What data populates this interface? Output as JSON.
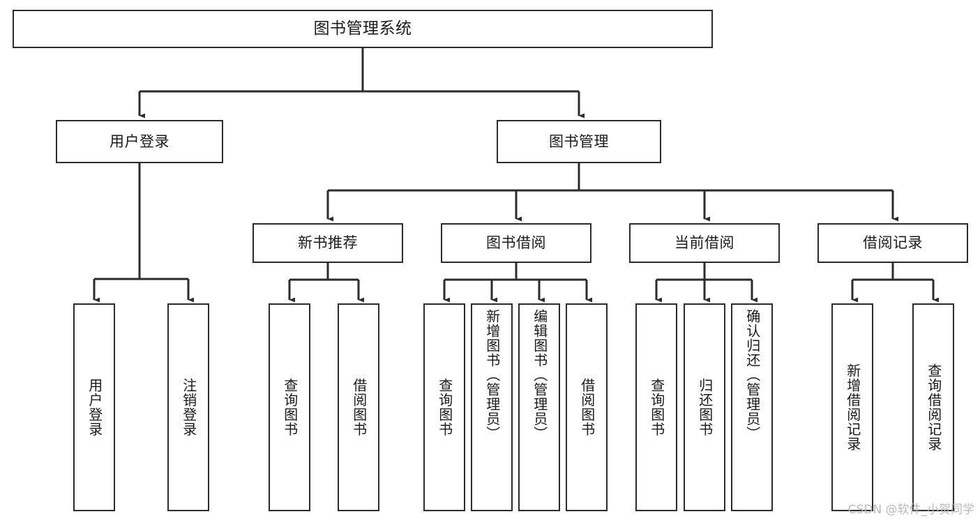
{
  "title": "图书管理系统",
  "watermark": "CSDN @软件_小贺同学",
  "colors": {
    "stroke": "#2b2b2b",
    "box_fill": "#ffffff",
    "text": "#1a1a1a",
    "watermark": "#b9b9b9",
    "page_background": "#ffffff"
  },
  "nodes": {
    "root": {
      "label": "图书管理系统"
    },
    "level2": [
      {
        "label": "用户登录"
      },
      {
        "label": "图书管理"
      }
    ],
    "level3": [
      {
        "label": "新书推荐"
      },
      {
        "label": "图书借阅"
      },
      {
        "label": "当前借阅"
      },
      {
        "label": "借阅记录"
      }
    ],
    "leaves": {
      "user_login": [
        {
          "label": "用户登录"
        },
        {
          "label": "注销登录"
        }
      ],
      "new_book_recommend": [
        {
          "label": "查询图书"
        },
        {
          "label": "借阅图书"
        }
      ],
      "book_borrow": [
        {
          "label": "查询图书"
        },
        {
          "label": "新增图书（管理员）"
        },
        {
          "label": "编辑图书（管理员）"
        },
        {
          "label": "借阅图书"
        }
      ],
      "current_borrow": [
        {
          "label": "查询图书"
        },
        {
          "label": "归还图书"
        },
        {
          "label": "确认归还（管理员）"
        }
      ],
      "borrow_record": [
        {
          "label": "新增借阅记录"
        },
        {
          "label": "查询借阅记录"
        }
      ]
    }
  },
  "chart_data": {
    "type": "diagram",
    "title": "图书管理系统",
    "tree": {
      "name": "图书管理系统",
      "children": [
        {
          "name": "用户登录",
          "children": [
            {
              "name": "用户登录"
            },
            {
              "name": "注销登录"
            }
          ]
        },
        {
          "name": "图书管理",
          "children": [
            {
              "name": "新书推荐",
              "children": [
                {
                  "name": "查询图书"
                },
                {
                  "name": "借阅图书"
                }
              ]
            },
            {
              "name": "图书借阅",
              "children": [
                {
                  "name": "查询图书"
                },
                {
                  "name": "新增图书（管理员）"
                },
                {
                  "name": "编辑图书（管理员）"
                },
                {
                  "name": "借阅图书"
                }
              ]
            },
            {
              "name": "当前借阅",
              "children": [
                {
                  "name": "查询图书"
                },
                {
                  "name": "归还图书"
                },
                {
                  "name": "确认归还（管理员）"
                }
              ]
            },
            {
              "name": "借阅记录",
              "children": [
                {
                  "name": "新增借阅记录"
                },
                {
                  "name": "查询借阅记录"
                }
              ]
            }
          ]
        }
      ]
    }
  }
}
